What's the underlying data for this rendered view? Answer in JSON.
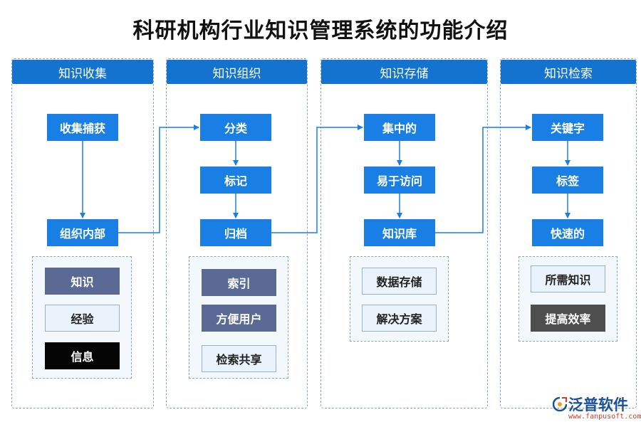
{
  "title": "科研机构行业知识管理系统的功能介绍",
  "columns": [
    {
      "header": "知识收集",
      "nodes": [
        "收集捕获",
        "组织内部"
      ],
      "boxes": [
        "知识",
        "经验",
        "信息"
      ]
    },
    {
      "header": "知识组织",
      "nodes": [
        "分类",
        "标记",
        "归档"
      ],
      "boxes": [
        "索引",
        "方便用户",
        "检索共享"
      ]
    },
    {
      "header": "知识存储",
      "nodes": [
        "集中的",
        "易于访问",
        "知识库"
      ],
      "boxes": [
        "数据存储",
        "解决方案"
      ]
    },
    {
      "header": "知识检索",
      "nodes": [
        "关键字",
        "标签",
        "快速的"
      ],
      "boxes": [
        "所需知识",
        "提高效率"
      ]
    }
  ],
  "logo": {
    "name": "泛普软件",
    "url": "www.fanpusoft.com"
  },
  "colors": {
    "header": "#1473cf",
    "node": "#1a7fe4",
    "arrow": "#1a7fe4",
    "dark_box": "#5a6a94",
    "light_box": "#eaf2fb",
    "black_box": "#050505",
    "gray_box": "#4e4e4e"
  }
}
